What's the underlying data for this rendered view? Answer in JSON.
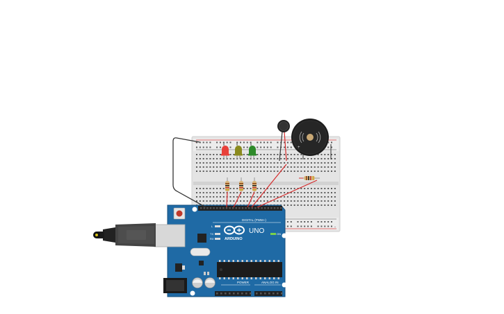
{
  "board": {
    "brand": "ARDUINO",
    "model": "UNO",
    "digital_label": "DIGITAL (PWM~)",
    "power_label": "POWER",
    "analog_label": "ANALOG IN",
    "on_label": "ON",
    "tx_label": "TX",
    "rx_label": "RX",
    "l_label": "L"
  },
  "breadboard": {
    "plus_label": "+",
    "minus_label": "-"
  },
  "components": {
    "leds": [
      {
        "name": "red",
        "color": "#e8403a"
      },
      {
        "name": "yellow",
        "color": "#8a8a1e"
      },
      {
        "name": "green",
        "color": "#2e8a2a"
      }
    ],
    "resistor_count": 4,
    "buzzer": "piezo",
    "vibration_motor": "motor"
  },
  "colors": {
    "board_blue": "#1f6aa5",
    "wire_red": "#d62c2c",
    "wire_black": "#333333",
    "breadboard": "#e6e6e6"
  }
}
